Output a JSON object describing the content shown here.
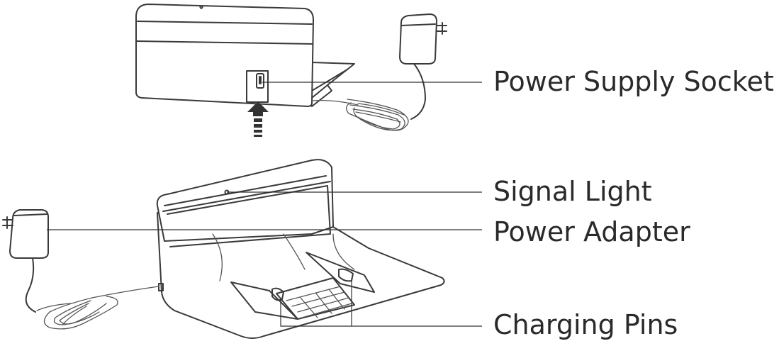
{
  "labels": {
    "power_supply_socket": "Power Supply Socket",
    "signal_light": "Signal Light",
    "power_adapter": "Power Adapter",
    "charging_pins": "Charging Pins"
  },
  "colors": {
    "line": "#3a3a3a",
    "text": "#2a2a2a",
    "background": "#ffffff"
  }
}
